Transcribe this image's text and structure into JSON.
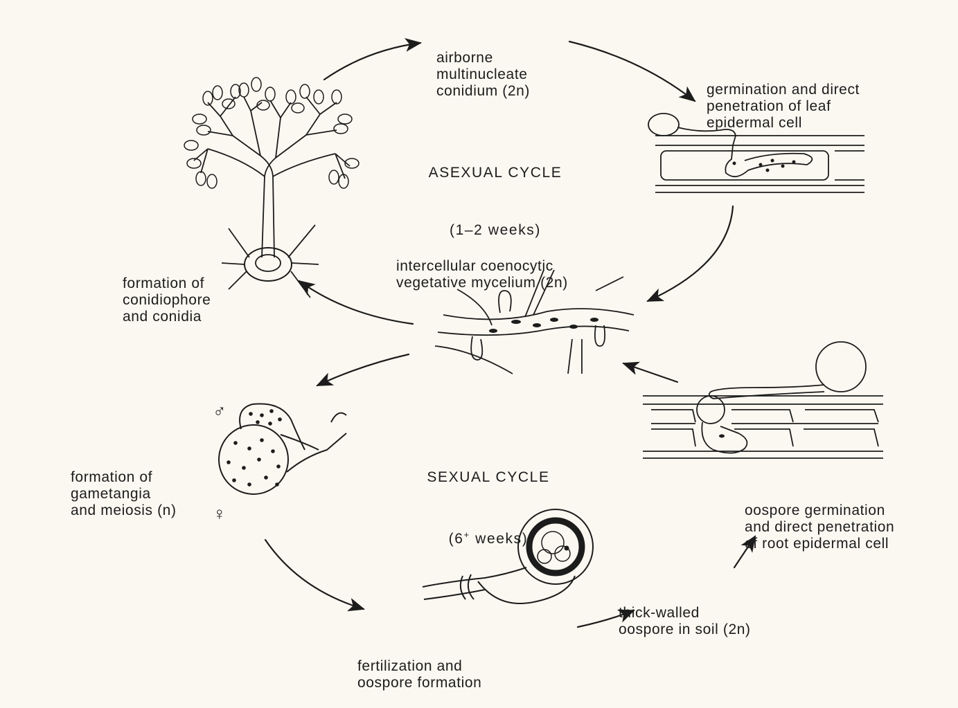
{
  "labels": {
    "conidium": [
      "airborne",
      "multinucleate",
      "conidium (2n)"
    ],
    "germination": [
      "germination and direct",
      "penetration of leaf",
      "epidermal cell"
    ],
    "asexual_title": "ASEXUAL CYCLE",
    "asexual_duration": "(1–2 weeks)",
    "conidiophore": [
      "formation of",
      "conidiophore",
      "and conidia"
    ],
    "mycelium": [
      "intercellular coenocytic",
      "vegetative mycelium (2n)"
    ],
    "gametangia": [
      "formation of",
      "gametangia",
      "and meiosis (n)"
    ],
    "sexual_title": "SEXUAL CYCLE",
    "sexual_duration_prefix": "(6",
    "sexual_duration_sup": "+",
    "sexual_duration_suffix": " weeks)",
    "oospore_germination": [
      "oospore germination",
      "and direct penetration",
      "of root epidermal cell"
    ],
    "oospore_soil": [
      "thick-walled",
      "oospore in soil (2n)"
    ],
    "fertilization": [
      "fertilization and",
      "oospore formation"
    ],
    "male_symbol": "♂",
    "female_symbol": "♀"
  },
  "colors": {
    "ink": "#1c1c1c",
    "paper": "#fbf8f1"
  }
}
